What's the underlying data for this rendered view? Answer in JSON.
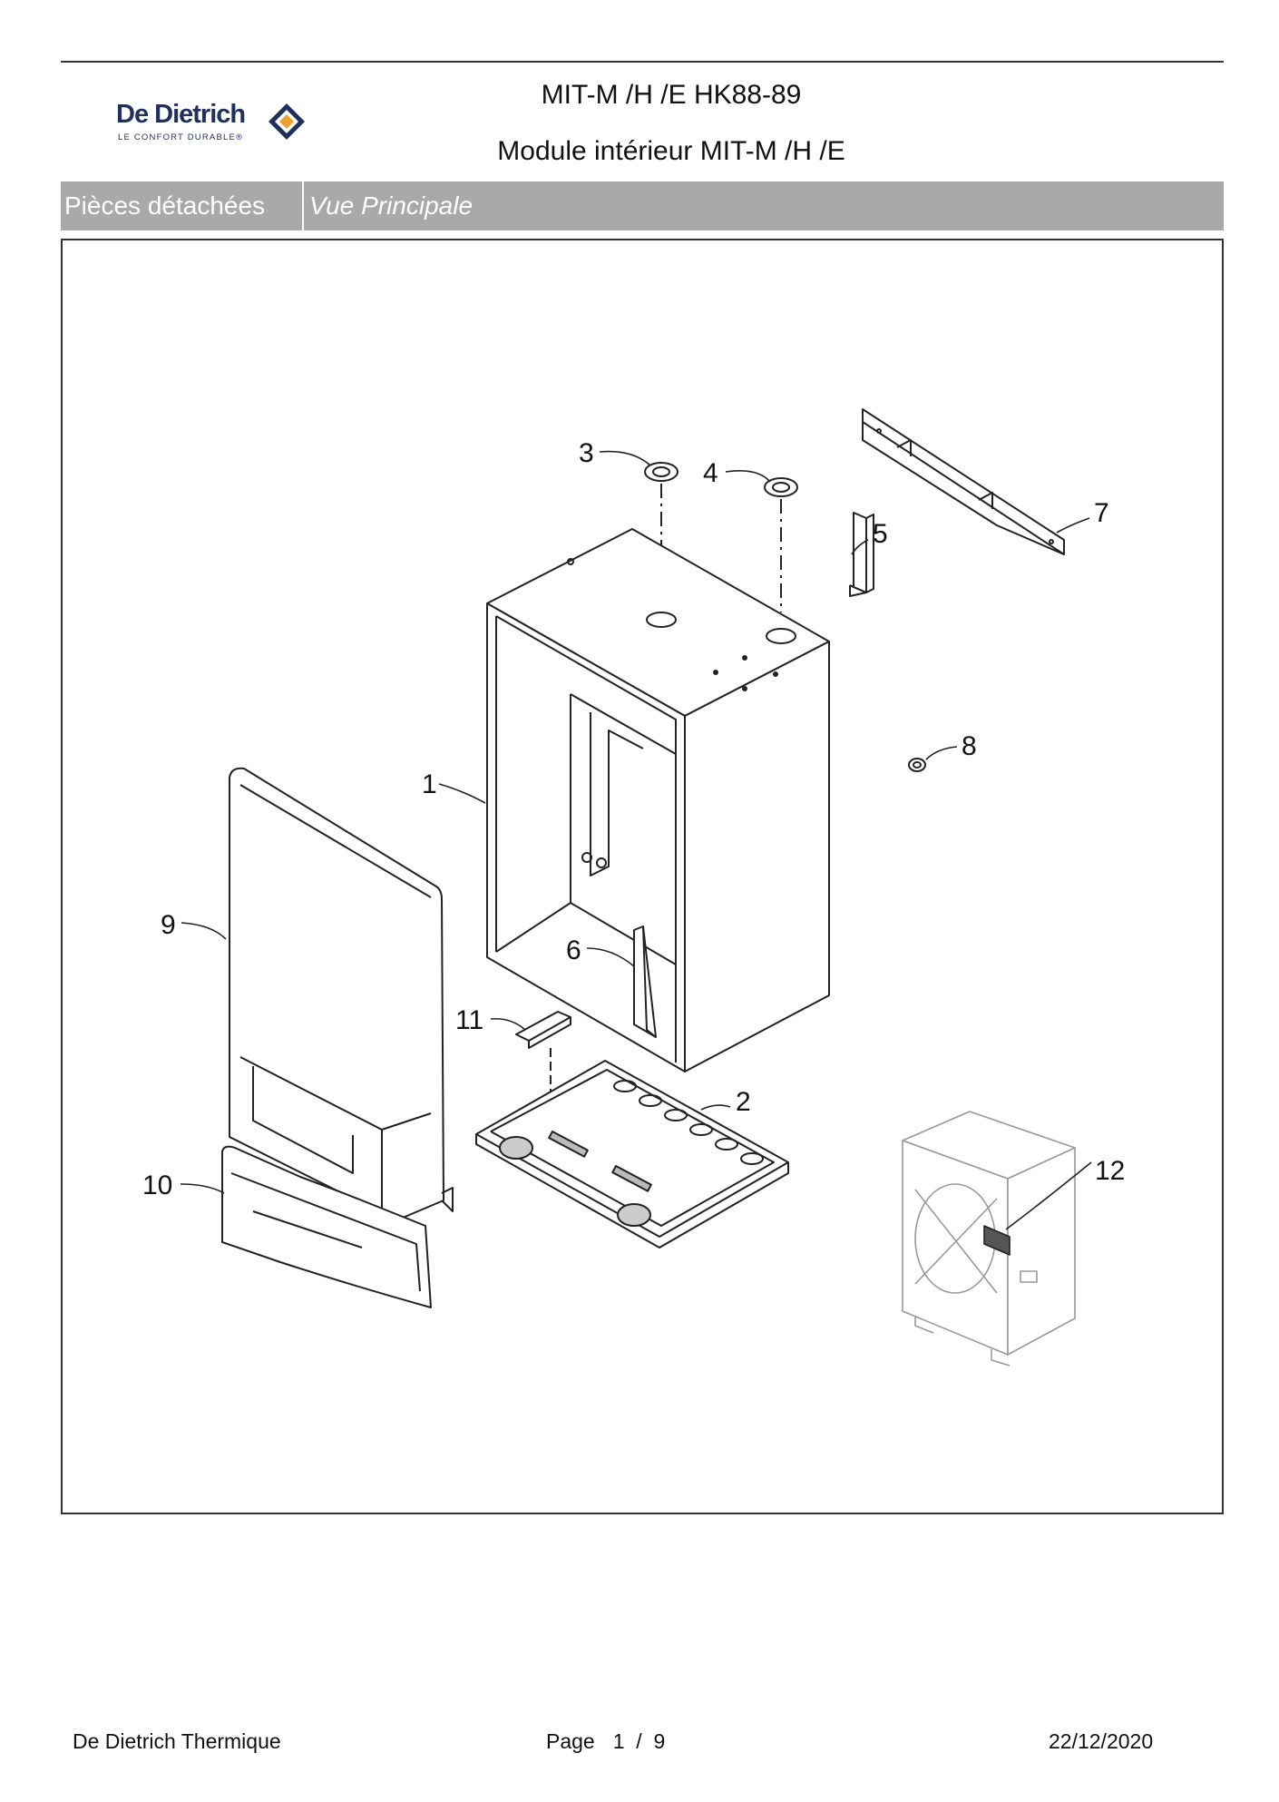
{
  "header": {
    "brand": "De Dietrich",
    "tagline": "LE CONFORT DURABLE®",
    "title_line1": "MIT-M /H /E HK88-89",
    "title_line2": "Module intérieur MIT-M /H /E"
  },
  "section": {
    "left_label": "Pièces détachées",
    "right_label": "Vue Principale"
  },
  "diagram": {
    "callouts": [
      "1",
      "2",
      "3",
      "4",
      "5",
      "6",
      "7",
      "8",
      "9",
      "10",
      "11",
      "12"
    ]
  },
  "footer": {
    "company": "De Dietrich Thermique",
    "page_label": "Page",
    "page_numbers": "1  /  9",
    "date": "22/12/2020"
  },
  "colors": {
    "section_bar": "#a9a9a9",
    "brand_navy": "#1f2f5e",
    "brand_orange": "#f0a030"
  }
}
